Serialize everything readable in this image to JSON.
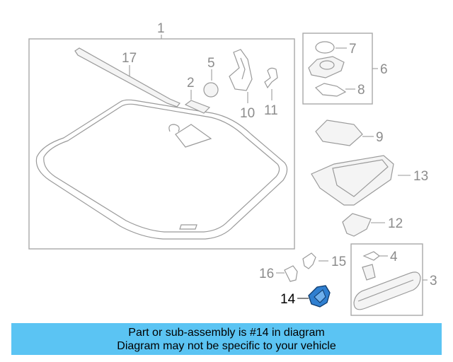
{
  "callouts": {
    "c1": "1",
    "c2": "2",
    "c3": "3",
    "c4": "4",
    "c5": "5",
    "c6": "6",
    "c7": "7",
    "c8": "8",
    "c9": "9",
    "c10": "10",
    "c11": "11",
    "c12": "12",
    "c13": "13",
    "c14": "14",
    "c15": "15",
    "c16": "16",
    "c17": "17"
  },
  "highlight": {
    "part_number": "14",
    "color": "#2f7fd0"
  },
  "banner": {
    "line1": "Part or sub-assembly is #14 in diagram",
    "line2": "Diagram may not be specific to your vehicle",
    "background": "#5bc4f3"
  }
}
